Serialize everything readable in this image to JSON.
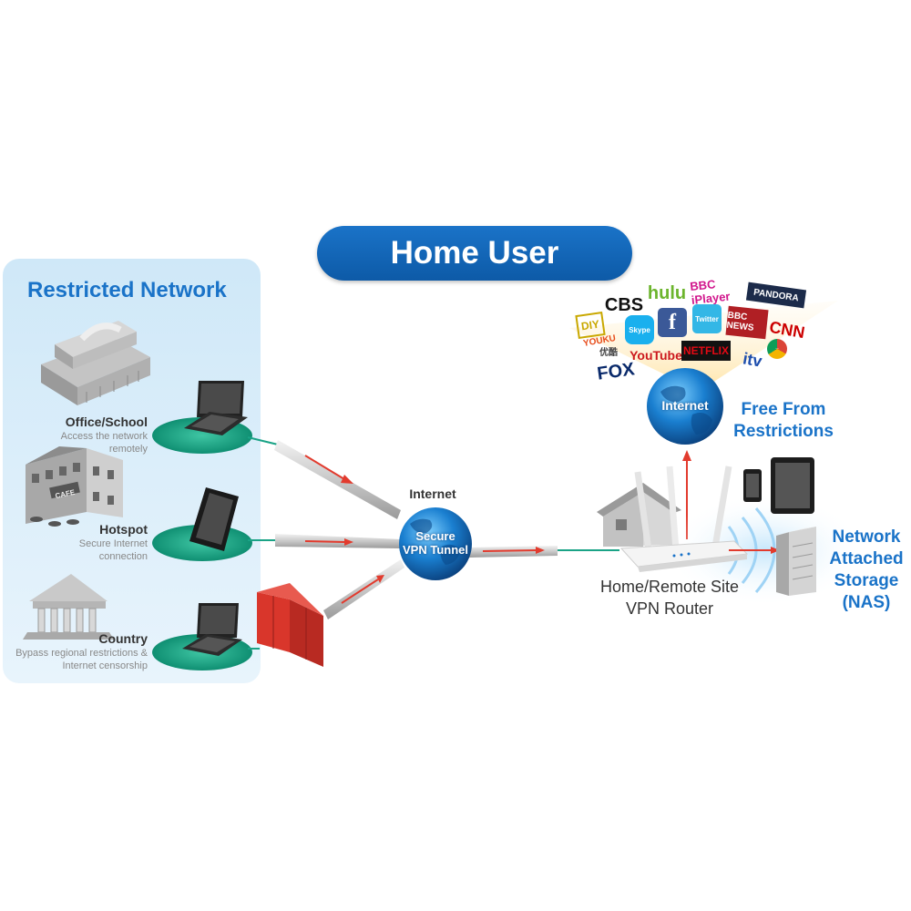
{
  "title": "Home User",
  "restricted_network": {
    "title": "Restricted Network",
    "locations": [
      {
        "name": "Office/School",
        "description_lines": [
          "Access the network",
          "remotely"
        ]
      },
      {
        "name": "Hotspot",
        "description_lines": [
          "Secure Internet",
          "connection"
        ]
      },
      {
        "name": "Country",
        "description_lines": [
          "Bypass regional restrictions &",
          "Internet censorship"
        ]
      }
    ],
    "cafe_sign": "CAFE"
  },
  "tunnel": {
    "top_label": "Internet",
    "globe_lines": [
      "Secure",
      "VPN Tunnel"
    ]
  },
  "router": {
    "label_lines": [
      "Home/Remote Site",
      "VPN Router"
    ]
  },
  "internet_globe": {
    "label": "Internet"
  },
  "free_label_lines": [
    "Free From",
    "Restrictions"
  ],
  "nas_label_lines": [
    "Network",
    "Attached",
    "Storage",
    "(NAS)"
  ],
  "services": [
    "DIY",
    "CBS",
    "hulu",
    "BBC iPlayer",
    "PANDORA",
    "Skype",
    "f",
    "Twitter",
    "BBC NEWS",
    "CNN",
    "YOUKU",
    "优酷",
    "Chrome",
    "FOX",
    "YouTube",
    "NETFLIX",
    "itv"
  ],
  "colors": {
    "accent": "#1a73c8",
    "panel_bg": "#dbeefa",
    "ground": "#1aa386",
    "arrow": "#e23b2e",
    "firewall": "#d9362b"
  }
}
